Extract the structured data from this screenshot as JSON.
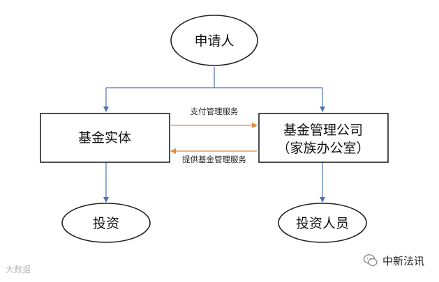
{
  "nodes": {
    "applicant": "申请人",
    "fund_entity": "基金实体",
    "mgmt_line1": "基金管理公司",
    "mgmt_line2": "（家族办公室）",
    "investment": "投资",
    "investment_staff": "投资人员"
  },
  "edges": {
    "pay_fee": "支付管理服务",
    "provide_service": "提供基金管理服务"
  },
  "colors": {
    "blue_arrow": "#4a73b0",
    "orange_arrow": "#e8893a",
    "border": "#222222"
  },
  "watermarks": {
    "left": "大数据",
    "right": "中新法讯"
  }
}
